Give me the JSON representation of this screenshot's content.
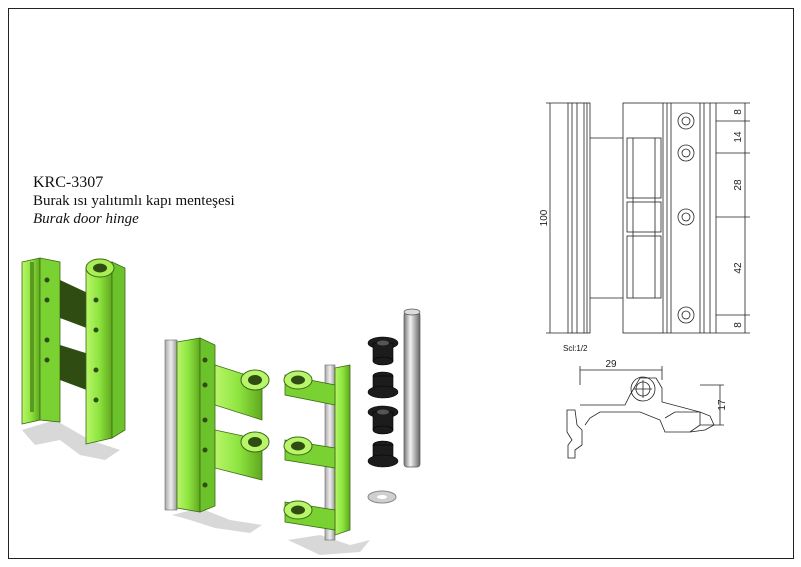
{
  "document": {
    "product_code": "KRC-3307",
    "name_tr": "Burak ısı yalıtımlı kapı menteşesi",
    "name_en": "Burak door hinge",
    "scale": "Scl:1/2"
  },
  "dimensions": {
    "height": "100",
    "seg_1": "8",
    "seg_2": "14",
    "seg_3": "28",
    "seg_4": "42",
    "seg_5": "8",
    "width": "29",
    "depth": "17"
  },
  "colors": {
    "part_green": "#8ee53f",
    "part_dark": "#3d6a14",
    "line": "#222222",
    "shadow": "#cfcfcf"
  }
}
